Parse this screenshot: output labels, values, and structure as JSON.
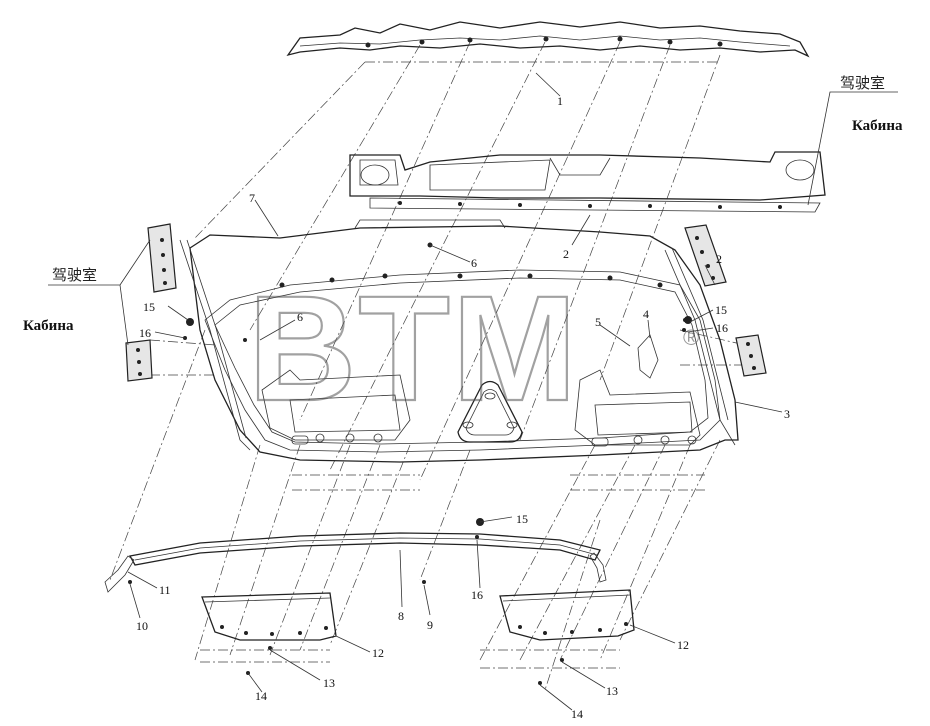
{
  "labels": {
    "cabin_cn_right": "驾驶室",
    "cabin_ru_right": "Кабина",
    "cabin_cn_left": "驾驶室",
    "cabin_ru_left": "Кабина"
  },
  "watermark": {
    "text": "BTM",
    "mark": "®"
  },
  "callouts": [
    "1",
    "2",
    "2",
    "3",
    "4",
    "5",
    "6",
    "6",
    "7",
    "8",
    "9",
    "10",
    "11",
    "12",
    "12",
    "13",
    "13",
    "14",
    "14",
    "15",
    "15",
    "15",
    "16",
    "16",
    "16"
  ]
}
